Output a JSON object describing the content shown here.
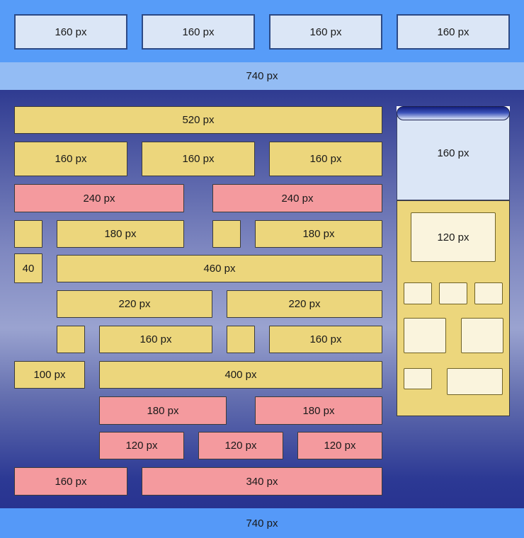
{
  "header": {
    "slots": [
      "160 px",
      "160 px",
      "160 px",
      "160 px"
    ]
  },
  "top_width_label": "740 px",
  "bottom_width_label": "740 px",
  "content_rows": {
    "row1": [
      "520 px"
    ],
    "row2": [
      "160 px",
      "160 px",
      "160 px"
    ],
    "row3": [
      "240 px",
      "240 px"
    ],
    "row4": [
      "",
      "180 px",
      "",
      "180 px"
    ],
    "row5": [
      "40",
      "460 px"
    ],
    "row6": [
      "220 px",
      "220 px"
    ],
    "row7": [
      "",
      "160 px",
      "",
      "160 px"
    ],
    "row8": [
      "100 px",
      "400 px"
    ],
    "row9": [
      "180 px",
      "180 px"
    ],
    "row10": [
      "120 px",
      "120 px",
      "120 px"
    ],
    "row11": [
      "160 px",
      "340 px"
    ]
  },
  "sidebar": {
    "top_box_label": "160 px",
    "featured_box_label": "120 px"
  },
  "colors": {
    "header_bg": "#579cf8",
    "width_band_bg": "#93bcf4",
    "footer_bg": "#5599f8",
    "light_blue_box": "#dbe6f6",
    "yellow_box": "#ecd67c",
    "pink_box": "#f49a9e",
    "cream_box": "#faf4dd",
    "main_bg_top": "#2f3b91",
    "main_bg_mid": "#9aa3d0",
    "main_bg_bottom": "#283390",
    "pill_gradient_top": "#131f7d",
    "pill_gradient_bottom": "#dfe9fa"
  }
}
